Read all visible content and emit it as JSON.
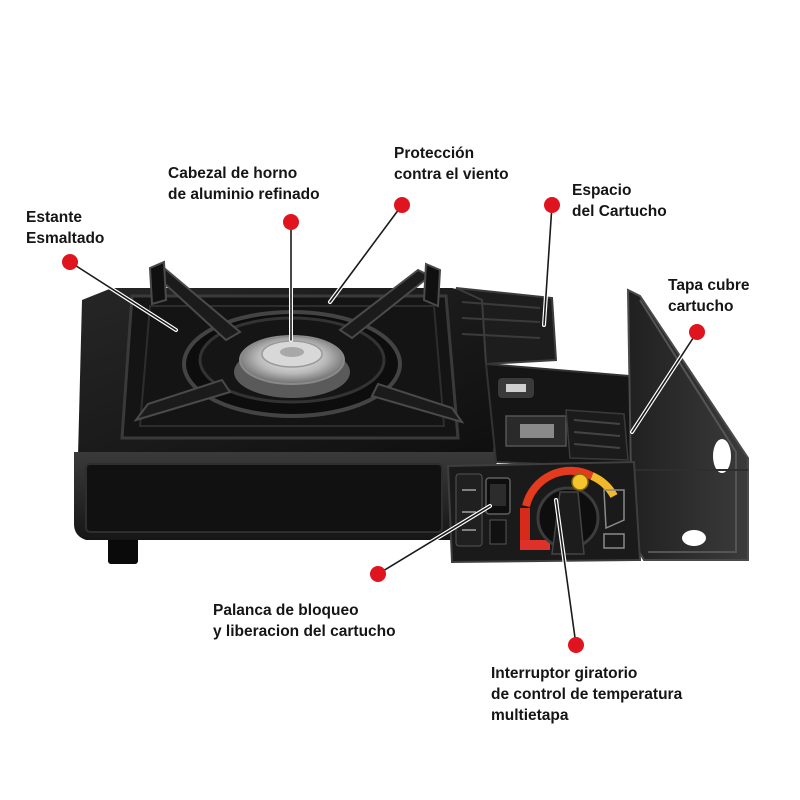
{
  "callouts": {
    "estante": [
      "Estante",
      "Esmaltado"
    ],
    "cabezal": [
      "Cabezal de horno",
      "de aluminio refinado"
    ],
    "proteccion": [
      "Protección",
      "contra el viento"
    ],
    "espacio": [
      "Espacio",
      "del Cartucho"
    ],
    "tapa": [
      "Tapa cubre",
      "cartucho"
    ],
    "palanca": [
      "Palanca de bloqueo",
      "y liberacion del cartucho"
    ],
    "interruptor": [
      "Interruptor giratorio",
      "de control de temperatura",
      "multietapa"
    ]
  },
  "colors": {
    "marker": "#e0141e",
    "stove_body": "#1a1a1a",
    "text": "#151515"
  }
}
